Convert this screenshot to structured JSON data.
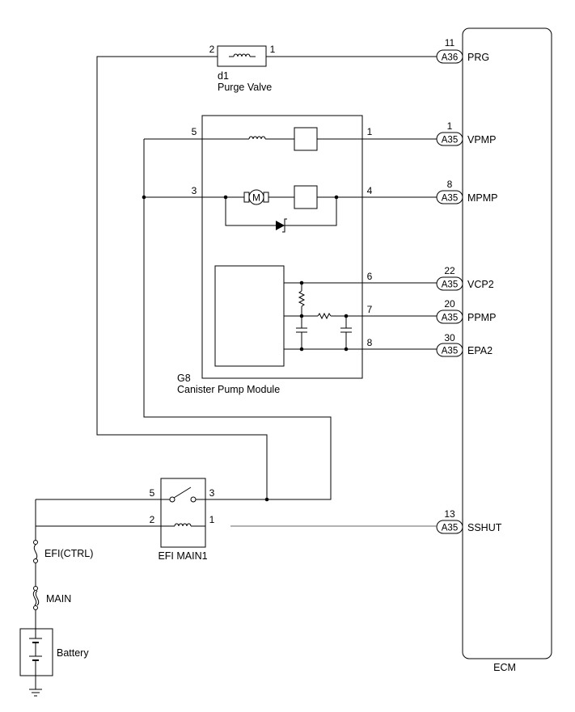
{
  "purge_valve": {
    "code": "d1",
    "name": "Purge Valve",
    "pin_left": "2",
    "pin_right": "1"
  },
  "canister_module": {
    "code": "G8",
    "name": "Canister Pump Module",
    "pins": {
      "p5": "5",
      "p3": "3",
      "p1": "1",
      "p4": "4",
      "p6": "6",
      "p7": "7",
      "p8": "8"
    },
    "motor_symbol": "M"
  },
  "relay": {
    "name": "EFI MAIN1",
    "pin_5": "5",
    "pin_3": "3",
    "pin_2": "2",
    "pin_1": "1"
  },
  "fuses": {
    "efi_ctrl": "EFI(CTRL)",
    "main": "MAIN"
  },
  "battery": {
    "label": "Battery"
  },
  "ecm": {
    "label": "ECM",
    "terminals": [
      {
        "pin": "11",
        "connector": "A36",
        "signal": "PRG"
      },
      {
        "pin": "1",
        "connector": "A35",
        "signal": "VPMP"
      },
      {
        "pin": "8",
        "connector": "A35",
        "signal": "MPMP"
      },
      {
        "pin": "22",
        "connector": "A35",
        "signal": "VCP2"
      },
      {
        "pin": "20",
        "connector": "A35",
        "signal": "PPMP"
      },
      {
        "pin": "30",
        "connector": "A35",
        "signal": "EPA2"
      },
      {
        "pin": "13",
        "connector": "A35",
        "signal": "SSHUT"
      }
    ]
  }
}
